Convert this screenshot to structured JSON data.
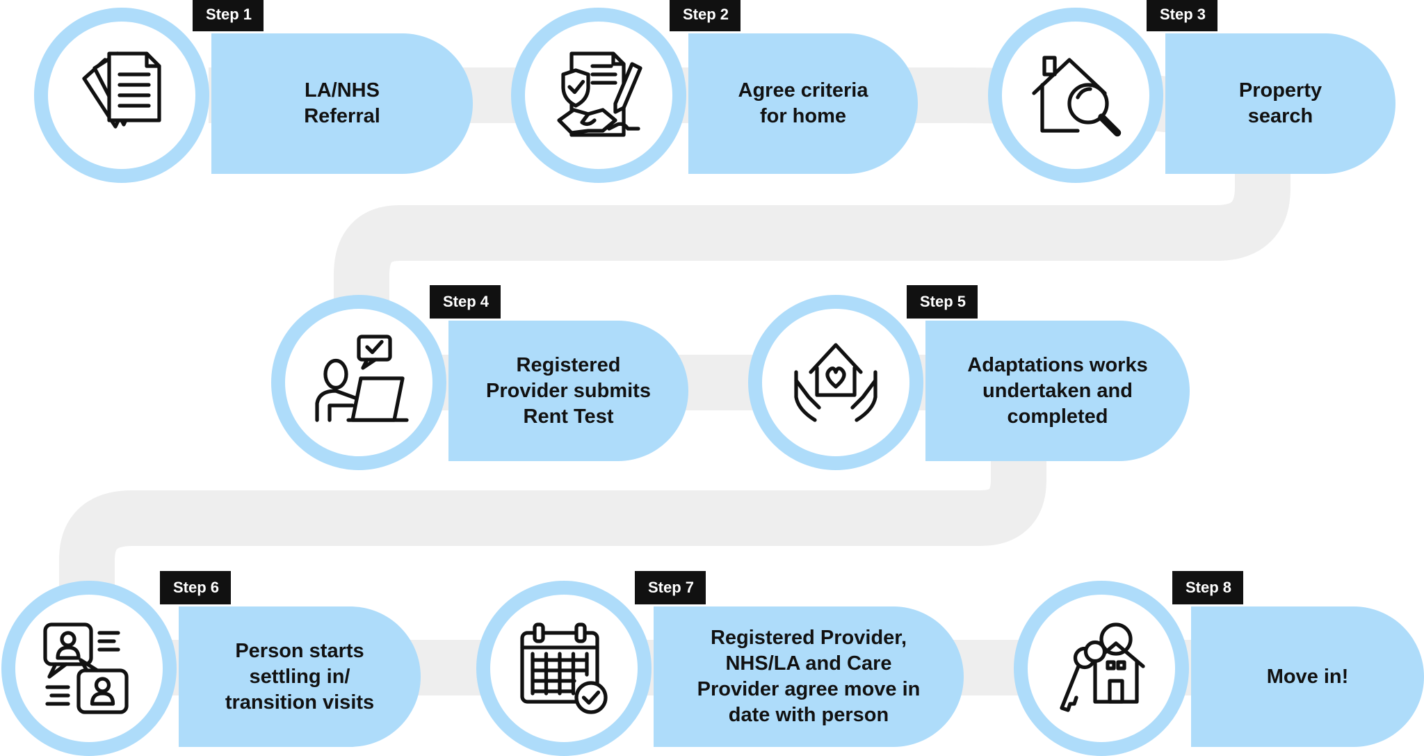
{
  "colors": {
    "accent": "#aedcfa",
    "connector": "#eeeeee",
    "badge": "#111111",
    "text": "#111111",
    "background": "#ffffff"
  },
  "steps": [
    {
      "badge": "Step 1",
      "lines": [
        "LA/NHS",
        "Referral"
      ],
      "icon": "documents-icon"
    },
    {
      "badge": "Step 2",
      "lines": [
        "Agree criteria",
        "for home"
      ],
      "icon": "contract-handshake-icon"
    },
    {
      "badge": "Step 3",
      "lines": [
        "Property",
        "search"
      ],
      "icon": "house-search-icon"
    },
    {
      "badge": "Step 4",
      "lines": [
        "Registered",
        "Provider submits",
        "Rent Test"
      ],
      "icon": "person-laptop-approval-icon"
    },
    {
      "badge": "Step 5",
      "lines": [
        "Adaptations works",
        "undertaken and",
        "completed"
      ],
      "icon": "hands-house-heart-icon"
    },
    {
      "badge": "Step 6",
      "lines": [
        "Person starts",
        "settling in/",
        "transition visits"
      ],
      "icon": "profile-chat-icon"
    },
    {
      "badge": "Step 7",
      "lines": [
        "Registered Provider,",
        "NHS/LA and Care",
        "Provider agree move in",
        "date with person"
      ],
      "icon": "calendar-check-icon"
    },
    {
      "badge": "Step 8",
      "lines": [
        "Move in!"
      ],
      "icon": "house-keys-icon"
    }
  ]
}
